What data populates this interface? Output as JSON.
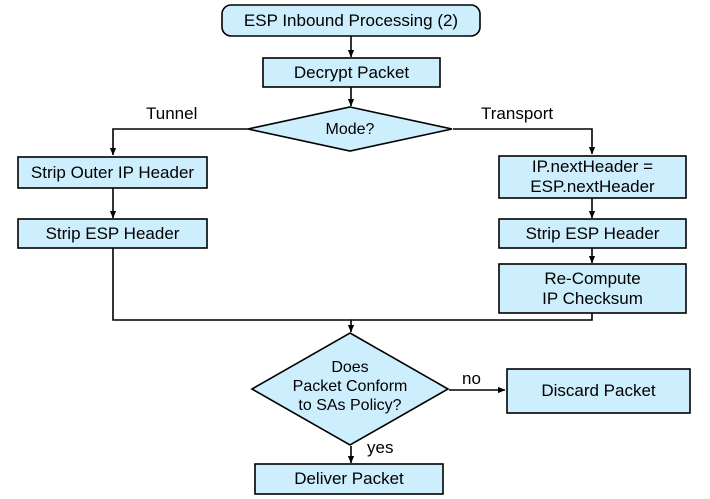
{
  "diagram": {
    "title": "ESP Inbound Processing (2)",
    "type": "flowchart",
    "colors": {
      "node_fill": "#cdeefd",
      "node_stroke": "#000000",
      "edge_stroke": "#000000",
      "text": "#000000",
      "background": "#ffffff"
    },
    "nodes": {
      "start": {
        "label": "ESP Inbound Processing (2)",
        "shape": "rounded-rect"
      },
      "decrypt": {
        "label": "Decrypt Packet",
        "shape": "rect"
      },
      "mode": {
        "label": "Mode?",
        "shape": "diamond"
      },
      "strip_outer_ip": {
        "label": "Strip Outer IP Header",
        "shape": "rect"
      },
      "strip_esp_left": {
        "label": "Strip ESP Header",
        "shape": "rect"
      },
      "next_header": {
        "line1": "IP.nextHeader =",
        "line2": "ESP.nextHeader",
        "shape": "rect"
      },
      "strip_esp_right": {
        "label": "Strip ESP Header",
        "shape": "rect"
      },
      "recompute": {
        "line1": "Re-Compute",
        "line2": "IP Checksum",
        "shape": "rect"
      },
      "conform": {
        "line1": "Does",
        "line2": "Packet Conform",
        "line3": "to SAs Policy?",
        "shape": "diamond"
      },
      "discard": {
        "label": "Discard Packet",
        "shape": "rect"
      },
      "deliver": {
        "label": "Deliver Packet",
        "shape": "rect"
      }
    },
    "edge_labels": {
      "tunnel": "Tunnel",
      "transport": "Transport",
      "no": "no",
      "yes": "yes"
    }
  }
}
